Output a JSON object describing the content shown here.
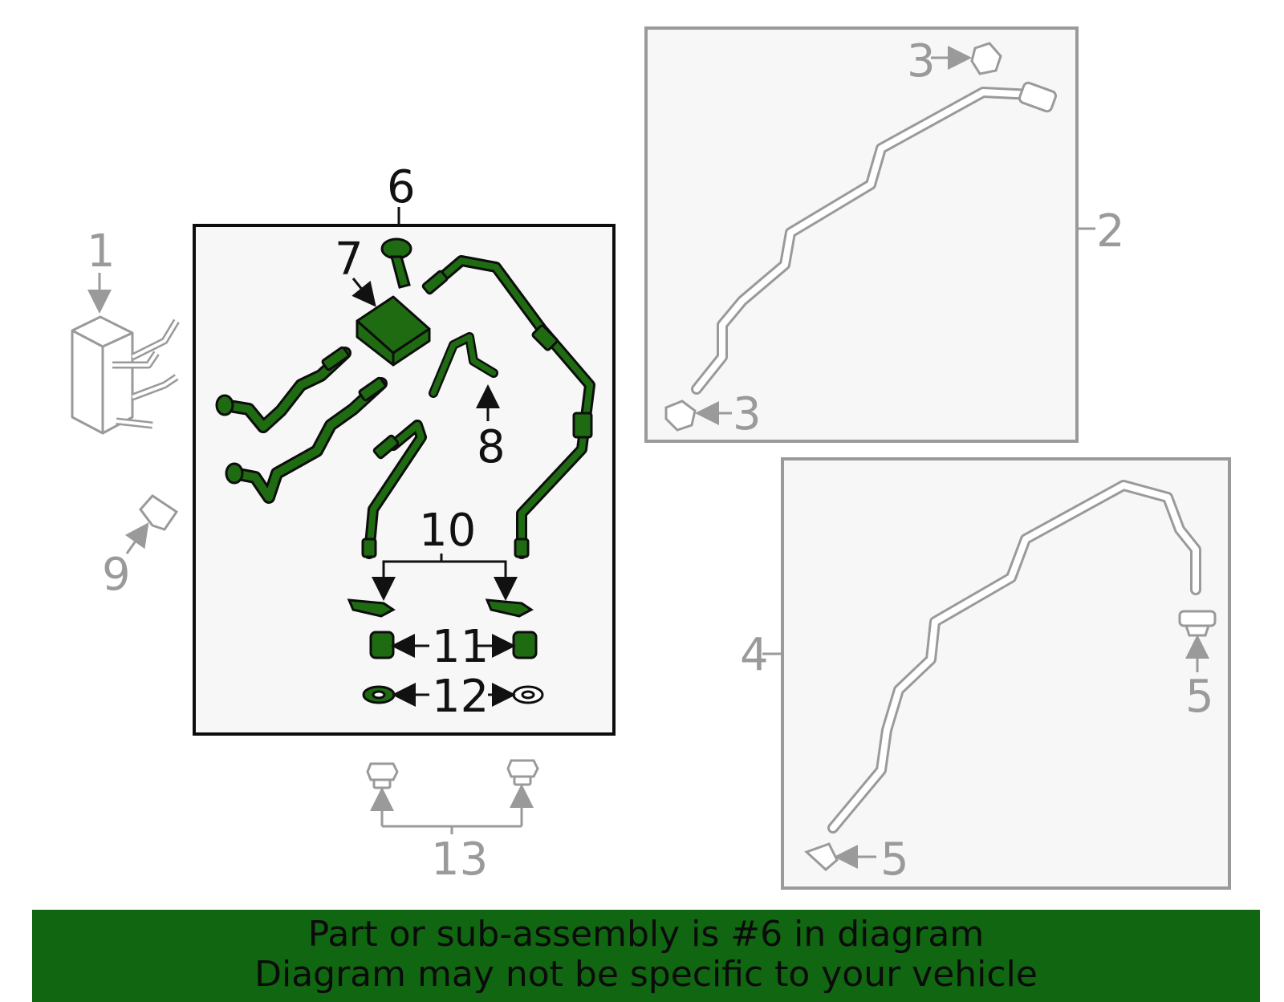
{
  "colors": {
    "active_part": "#1f6b12",
    "active_outline": "#0d0d0d",
    "muted_outline": "#9a9a9a",
    "panel_fill": "#f7f7f7",
    "banner_bg": "#116611"
  },
  "callouts": {
    "c1": "1",
    "c2": "2",
    "c3a": "3",
    "c3b": "3",
    "c4": "4",
    "c5a": "5",
    "c5b": "5",
    "c6": "6",
    "c7": "7",
    "c8": "8",
    "c9": "9",
    "c10": "10",
    "c11": "11",
    "c12": "12",
    "c13": "13"
  },
  "banner": {
    "line1": "Part or sub-assembly is #6 in diagram",
    "line2": "Diagram may not be specific to your vehicle"
  }
}
